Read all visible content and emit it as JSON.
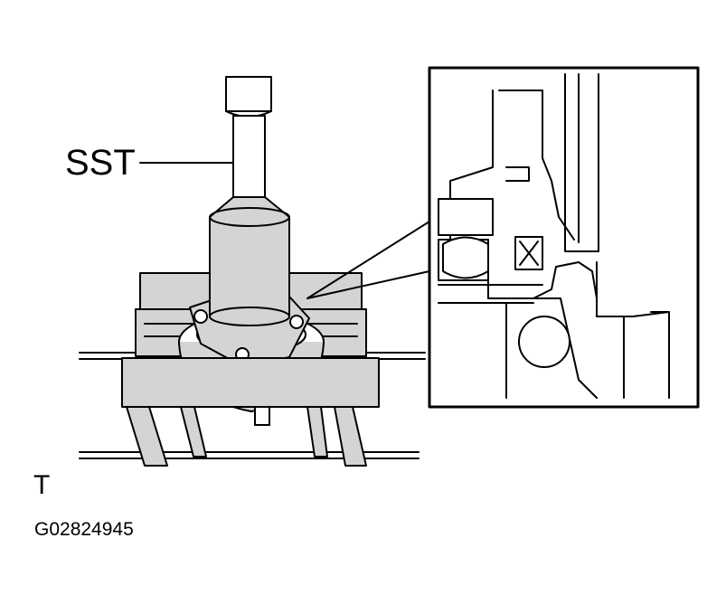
{
  "labels": {
    "tool": "SST",
    "corner_mark": "T",
    "figure_id": "G02824945"
  },
  "colors": {
    "line": "#000000",
    "fill_gray": "#d4d4d4",
    "fill_dark": "#a8a8a8",
    "background": "#ffffff"
  }
}
